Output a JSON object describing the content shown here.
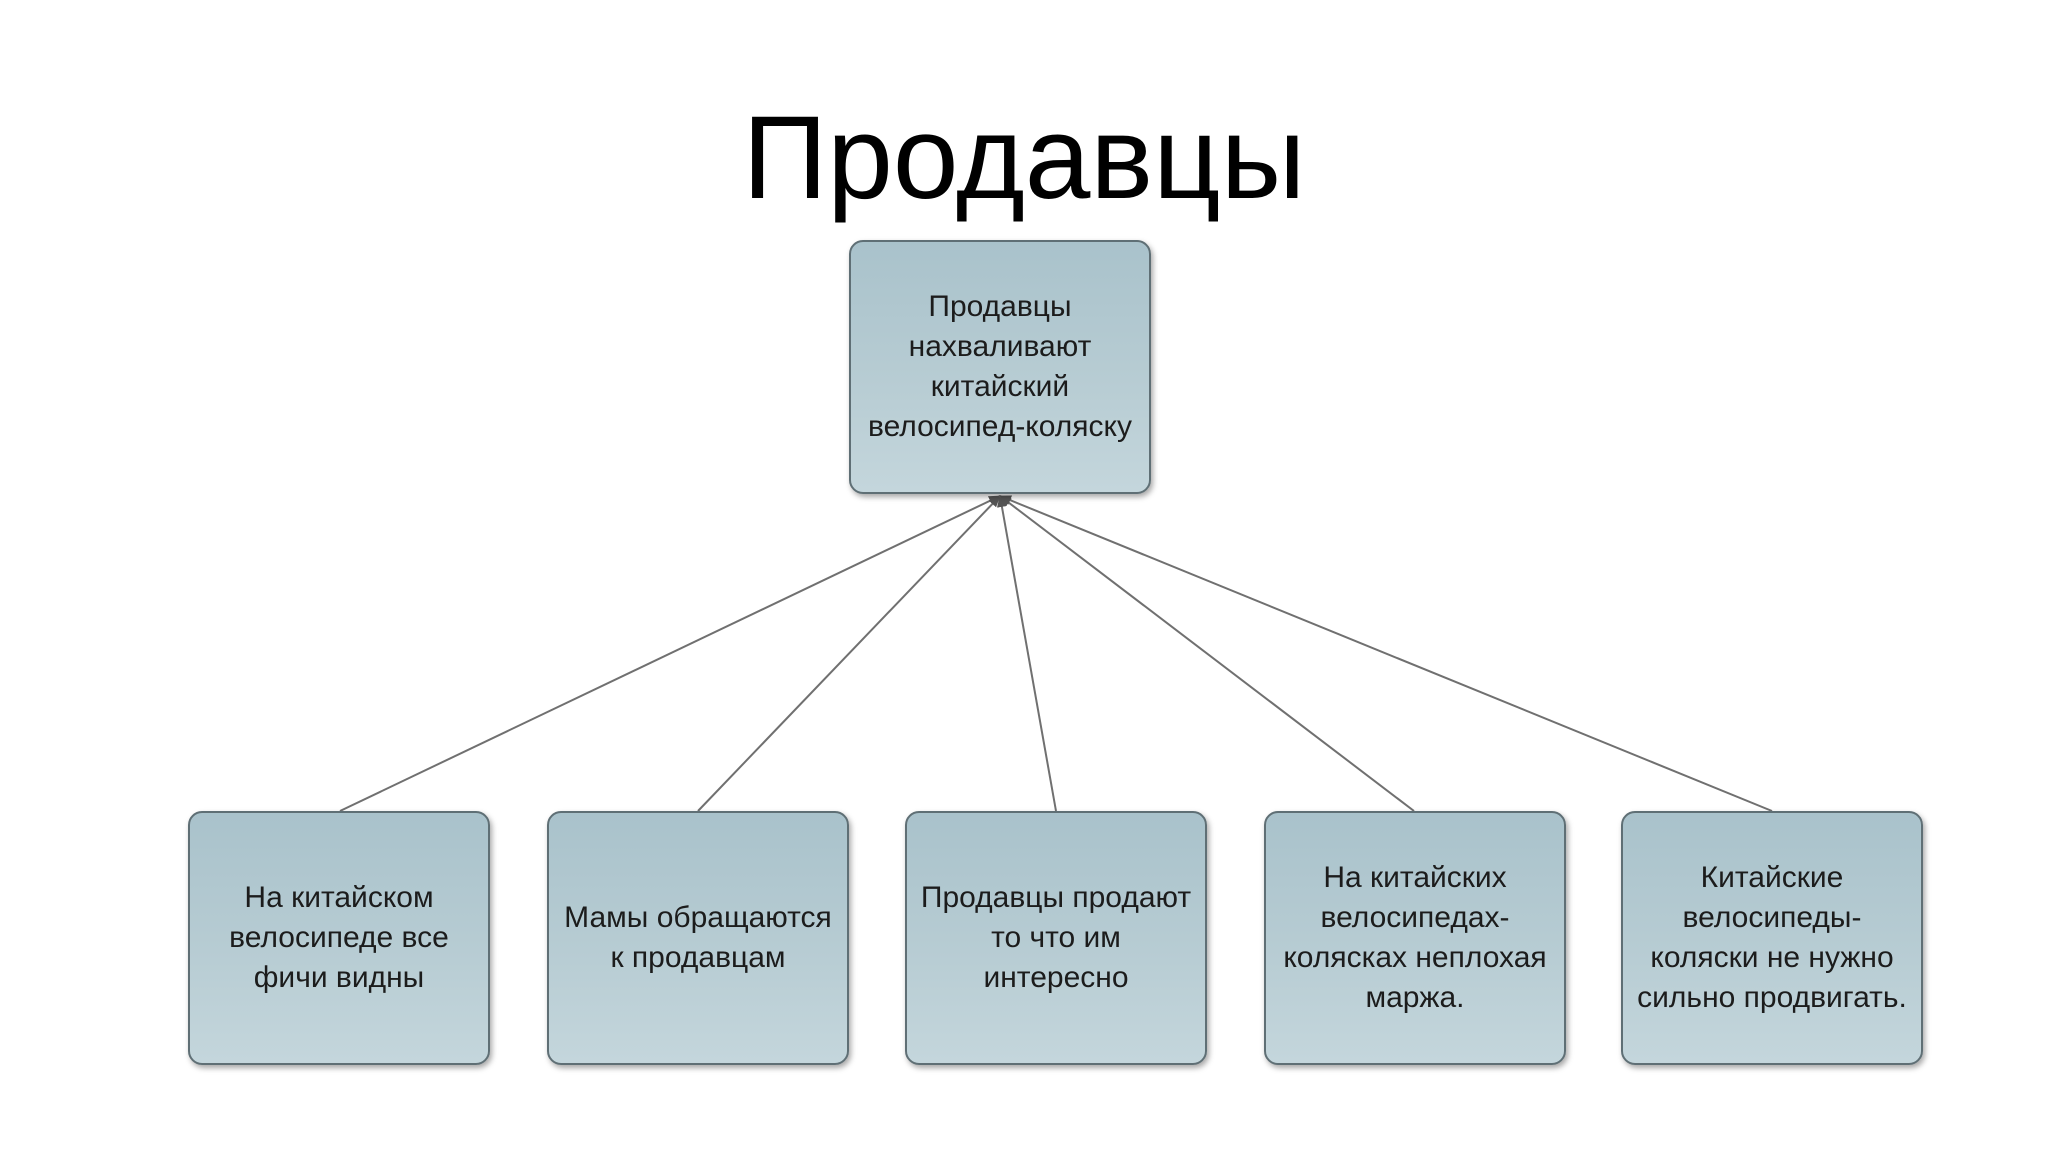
{
  "slide": {
    "title": "Продавцы"
  },
  "diagram": {
    "root": {
      "text": "Продавцы\nнахваливают\nкитайский\nвелосипед-коляску"
    },
    "children": [
      {
        "text": "На китайском\nвелосипеде все\nфичи видны"
      },
      {
        "text": "Мамы обращаются\nк продавцам"
      },
      {
        "text": "Продавцы продают\nто что им\nинтересно"
      },
      {
        "text": "На китайских\nвелосипедах-\nколясках неплохая\nмаржа."
      },
      {
        "text": "Китайские\nвелосипеды-\nколяски не нужно\nсильно продвигать."
      }
    ],
    "colors": {
      "box_fill": "#b2c8d0",
      "box_border": "#5f6f75",
      "connector": "#6e6e6e"
    }
  }
}
